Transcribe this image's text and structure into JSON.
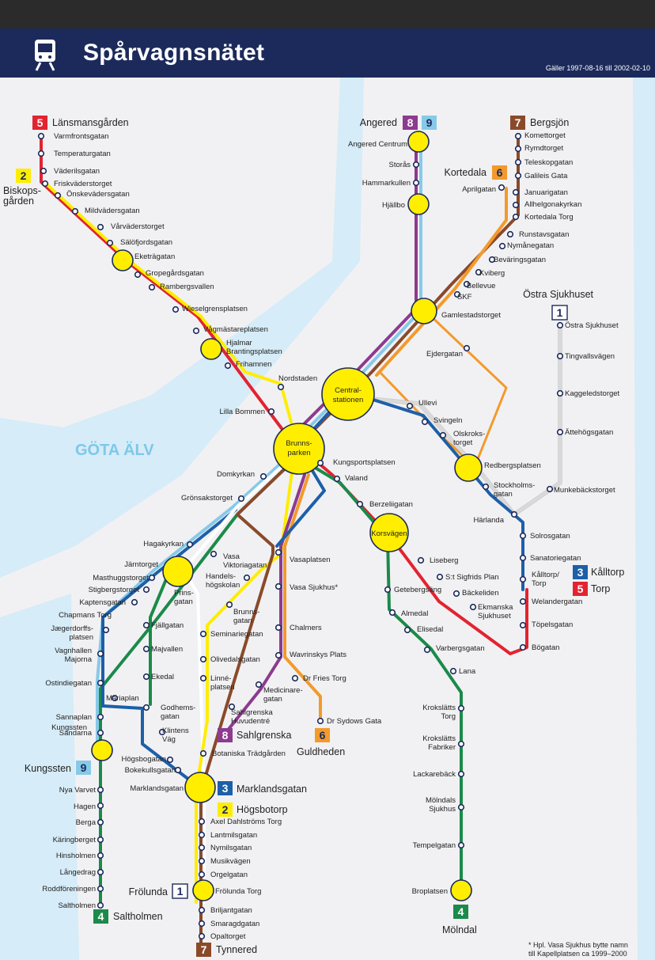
{
  "header": {
    "title": "Spårvagnsnätet",
    "validity": "Gäller 1997-08-16 till 2002-02-10"
  },
  "icons": {
    "header_icon": "tram-icon"
  },
  "colors": {
    "l1": "#ffffff",
    "l2": "#ffed00",
    "l3": "#1d5fa8",
    "l4": "#1b8a4a",
    "l5": "#e32330",
    "l6": "#f39a2b",
    "l7": "#8a4a2a",
    "l8": "#8d3a8f",
    "l9": "#87c9e8",
    "hub": "#ffee00",
    "water": "#d6ecf8",
    "header": "#1c2a5b"
  },
  "river": "GÖTA ÄLV",
  "hubs": {
    "central": "Central-\nstationen",
    "brunns": "Brunns-\nparken",
    "korsvagen": "Korsvägen"
  },
  "terminals": [
    {
      "num": "5",
      "name": "Länsmansgården"
    },
    {
      "num": "2",
      "name": "Biskops-\ngården"
    },
    {
      "num": "8",
      "num2": "9",
      "name": "Angered"
    },
    {
      "num": "7",
      "name": "Bergsjön"
    },
    {
      "num": "6",
      "name": "Kortedala"
    },
    {
      "num": "1",
      "name": "Östra Sjukhuset"
    },
    {
      "num": "3",
      "name": "Kålltorp"
    },
    {
      "num": "5",
      "name": "Torp"
    },
    {
      "num": "9",
      "name": "Kungssten"
    },
    {
      "num": "8",
      "name": "Sahlgrenska"
    },
    {
      "num": "6",
      "name": "Guldheden"
    },
    {
      "num": "3",
      "name": "Marklandsgatan"
    },
    {
      "num": "2",
      "name": "Högsbotorp"
    },
    {
      "num": "1",
      "name": "Frölunda"
    },
    {
      "num": "4",
      "name": "Saltholmen"
    },
    {
      "num": "7",
      "name": "Tynnered"
    },
    {
      "num": "4",
      "name": "Mölndal"
    }
  ],
  "stations": {
    "nw": [
      "Varmfrontsgatan",
      "Temperaturgatan",
      "Väderilsgatan",
      "Friskväderstorget",
      "Önskevädersgatan",
      "Mildvädersgatan",
      "Vårväderstorget",
      "Sälöfjordsgatan",
      "Eketrägatan",
      "Gropegårdsgatan",
      "Rambergsvallen",
      "Wieselgrensplatsen",
      "Vågmästareplatsen",
      "Hjalmar\nBrantingsplatsen",
      "Frihamnen",
      "Nordstaden",
      "Lilla Bommen"
    ],
    "ne1": [
      "Angered Centrum",
      "Storås",
      "Hammarkullen",
      "Hjällbo",
      "Gamlestadstorget"
    ],
    "ne2": [
      "Komettorget",
      "Rymdtorget",
      "Teleskopgatan",
      "Galileis Gata",
      "Aprilgatan",
      "Januarigatan",
      "Allhelgonakyrkan",
      "Kortedala Torg",
      "Runstavsgatan",
      "Nymånegatan",
      "Beväringsgatan",
      "Kviberg",
      "Bellevue",
      "SKF",
      "Ejdergatan"
    ],
    "east": [
      "Östra Sjukhuset",
      "Tingvallsvägen",
      "Kaggeledstorget",
      "Ättehögsgatan",
      "Munkebäckstorget",
      "Härlanda",
      "Solrosgatan",
      "Sanatoriegatan",
      "Kålltorp/\nTorp",
      "Welandergatan",
      "Töpelsgatan",
      "Bögatan"
    ],
    "mid": [
      "Ullevi",
      "Svingeln",
      "Olskroks-\ntorget",
      "Redbergsplatsen",
      "Stockholms-\ngatan",
      "Kungsportsplatsen",
      "Valand",
      "Berzeliigatan",
      "Domkyrkan",
      "Grönsakstorget"
    ],
    "korsvagen": [
      "Liseberg",
      "S:t Sigfrids Plan",
      "Bäckeliden",
      "Ekmanska\nSjukhuset",
      "Getebergsäng",
      "Almedal",
      "Elisedal",
      "Varbergsgatan",
      "Lana",
      "Krokslätts\nTorg",
      "Krokslätts\nFabriker",
      "Lackarebäck",
      "Mölndals\nSjukhus",
      "Tempelgatan",
      "Broplatsen"
    ],
    "center": [
      "Vasa\nViktoriagatan",
      "Vasaplatsen",
      "Vasa Sjukhus*",
      "Handels-\nhögskolan",
      "Brunns-\ngatan",
      "Seminariegatan",
      "Chalmers",
      "Wavrinskys Plats",
      "Olivedalsgatan",
      "Linné-\nplatsen",
      "Dr Fries Torg",
      "Medicinare-\ngatan",
      "Sahlgrenska\nHuvudentré",
      "Dr Sydows Gata",
      "Botaniska Trädgården"
    ],
    "west": [
      "Hagakyrkan",
      "Järntorget",
      "Masthuggstorget",
      "Stigbergstorget",
      "Kaptensgatan",
      "Chapmans Torg",
      "Jægerdorffs-\nplatsen",
      "Vagnhallen\nMajorna",
      "Ostindiegatan",
      "Sannaplan",
      "Sandarna",
      "Kungssten",
      "Prins-\ngatan",
      "Fjällgatan",
      "Majvallen",
      "Ekedal",
      "Mariaplan",
      "Godhems-\ngatan",
      "Klintens\nVäg",
      "Högsbogatan",
      "Bokekullsgatan",
      "Marklandsgatan"
    ],
    "sw": [
      "Nya Varvet",
      "Hagen",
      "Berga",
      "Käringberget",
      "Hinsholmen",
      "Långedrag",
      "Roddföreningen",
      "Saltholmen"
    ],
    "south": [
      "Axel Dahlströms Torg",
      "Lantmilsgatan",
      "Nymilsgatan",
      "Musikvägen",
      "Orgelgatan",
      "Frölunda Torg",
      "Briljantgatan",
      "Smaragdgatan",
      "Opaltorget"
    ]
  },
  "footnote": "* Hpl. Vasa Sjukhus bytte namn\ntill Kapellplatsen ca 1999–2000"
}
